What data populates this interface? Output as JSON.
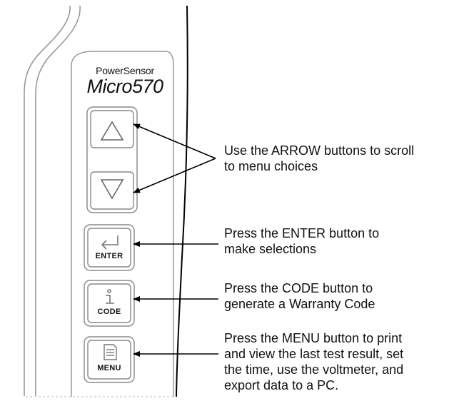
{
  "device": {
    "brand_small": "PowerSensor",
    "model": "Micro570"
  },
  "buttons": {
    "up": {
      "icon": "up-arrow-icon"
    },
    "down": {
      "icon": "down-arrow-icon"
    },
    "enter": {
      "label": "ENTER",
      "icon": "enter-return-icon"
    },
    "code": {
      "label": "CODE",
      "icon": "info-icon"
    },
    "menu": {
      "label": "MENU",
      "icon": "document-icon"
    }
  },
  "callouts": {
    "arrows": [
      "Use the ARROW buttons to scroll",
      "to menu choices"
    ],
    "enter": [
      "Press the ENTER button to",
      "make selections"
    ],
    "code": [
      "Press the CODE button to",
      "generate a Warranty Code"
    ],
    "menu": [
      "Press the MENU button to print",
      "and view the last test result, set",
      "the time, use the voltmeter, and",
      "export data to a PC."
    ]
  }
}
